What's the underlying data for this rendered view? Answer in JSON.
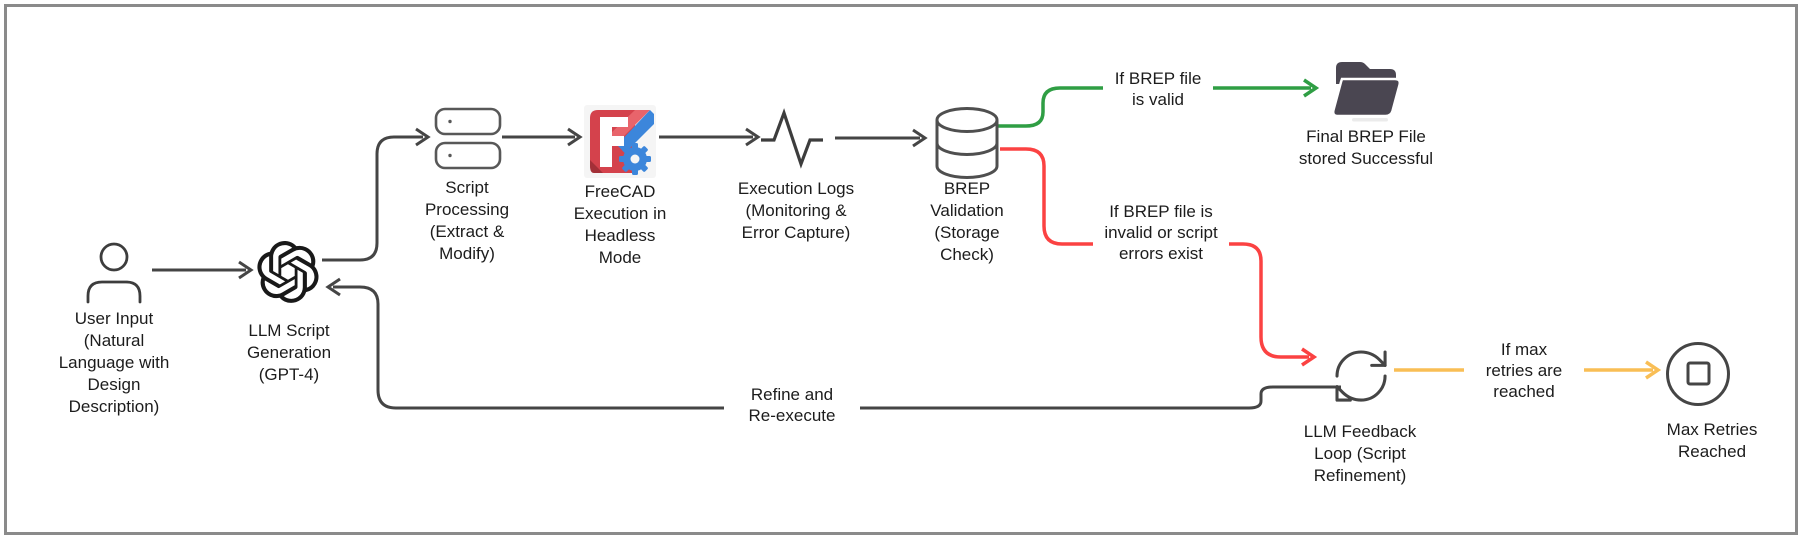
{
  "diagram": {
    "type": "flowchart",
    "colors": {
      "line_dark": "#454545",
      "green": "#2f9e44",
      "red": "#fb4242",
      "orange": "#f9be55",
      "icon_dark": "#4a4651",
      "freecad_red": "#d4424c",
      "freecad_blue": "#3c86db",
      "text": "#1c1c1c",
      "border": "#8a8a8a"
    },
    "nodes": {
      "user_input": {
        "icon": "person-icon",
        "label_lines": [
          "User Input",
          "(Natural",
          "Language with",
          "Design",
          "Description)"
        ]
      },
      "llm": {
        "icon": "openai-logo-icon",
        "label_lines": [
          "LLM Script",
          "Generation",
          "(GPT-4)"
        ]
      },
      "script_processing": {
        "icon": "server-stack-icon",
        "label_lines": [
          "Script",
          "Processing",
          "(Extract &",
          "Modify)"
        ]
      },
      "freecad": {
        "icon": "freecad-logo-icon",
        "label_lines": [
          "FreeCAD",
          "Execution in",
          "Headless",
          "Mode"
        ]
      },
      "execution_logs": {
        "icon": "pulse-icon",
        "label_lines": [
          "Execution Logs",
          "(Monitoring &",
          "Error Capture)"
        ]
      },
      "brep_validation": {
        "icon": "database-icon",
        "label_lines": [
          "BREP",
          "Validation",
          "(Storage",
          "Check)"
        ]
      },
      "final_file": {
        "icon": "folder-icon",
        "label_lines": [
          "Final BREP File",
          "stored Successful"
        ]
      },
      "feedback_loop": {
        "icon": "refresh-loop-icon",
        "label_lines": [
          "LLM Feedback",
          "Loop (Script",
          "Refinement)"
        ]
      },
      "max_retries": {
        "icon": "stop-circle-icon",
        "label_lines": [
          "Max Retries",
          "Reached"
        ]
      }
    },
    "edge_labels": {
      "valid": {
        "color": "green",
        "lines": [
          "If BREP file",
          "is valid"
        ]
      },
      "invalid": {
        "color": "red",
        "lines": [
          "If BREP file is",
          "invalid or script",
          "errors exist"
        ]
      },
      "max_retries": {
        "color": "orange",
        "lines": [
          "If max",
          "retries are",
          "reached"
        ]
      },
      "refine": {
        "color": "dark",
        "lines": [
          "Refine and",
          "Re-execute"
        ]
      }
    }
  }
}
